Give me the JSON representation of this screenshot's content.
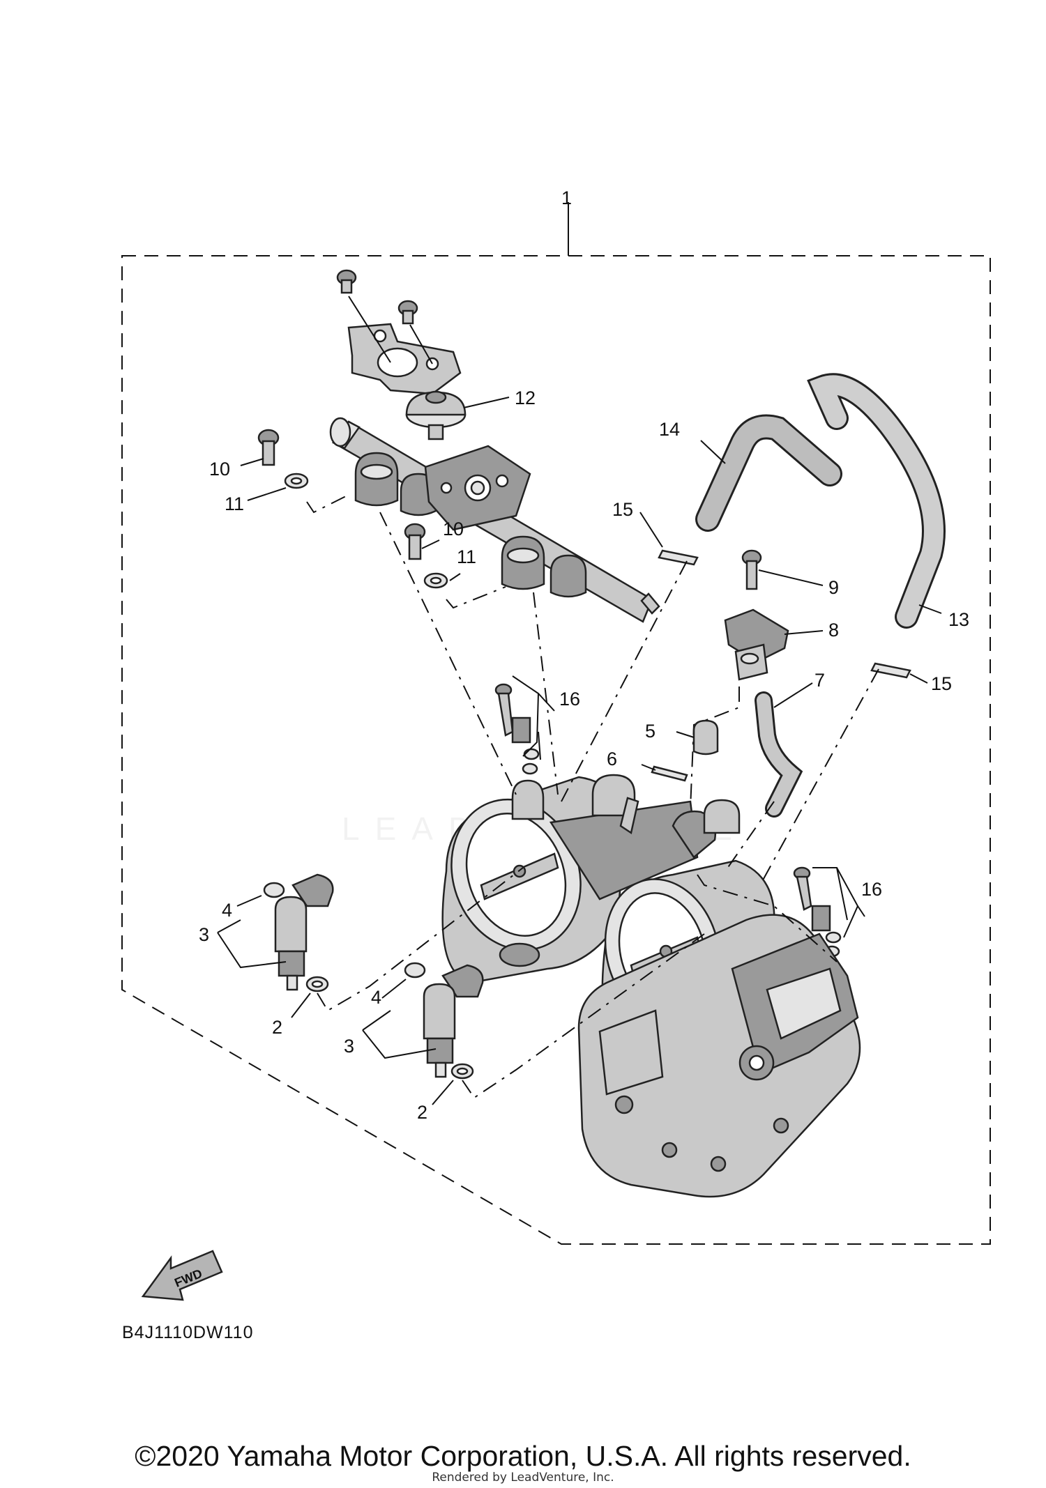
{
  "diagram": {
    "drawing_code": "B4J1110DW110",
    "fwd_label": "FWD",
    "watermark_text": "LEADVENTURE",
    "callouts": {
      "c1": "1",
      "c2a": "2",
      "c2b": "2",
      "c3a": "3",
      "c3b": "3",
      "c4a": "4",
      "c4b": "4",
      "c5": "5",
      "c6": "6",
      "c7": "7",
      "c8": "8",
      "c9": "9",
      "c10a": "10",
      "c10b": "10",
      "c11a": "11",
      "c11b": "11",
      "c12": "12",
      "c13": "13",
      "c14": "14",
      "c15a": "15",
      "c15b": "15",
      "c16a": "16",
      "c16b": "16"
    }
  },
  "footer": {
    "copyright": "©2020 Yamaha Motor Corporation, U.S.A. All rights reserved.",
    "rendered_by": "Rendered by LeadVenture, Inc."
  }
}
